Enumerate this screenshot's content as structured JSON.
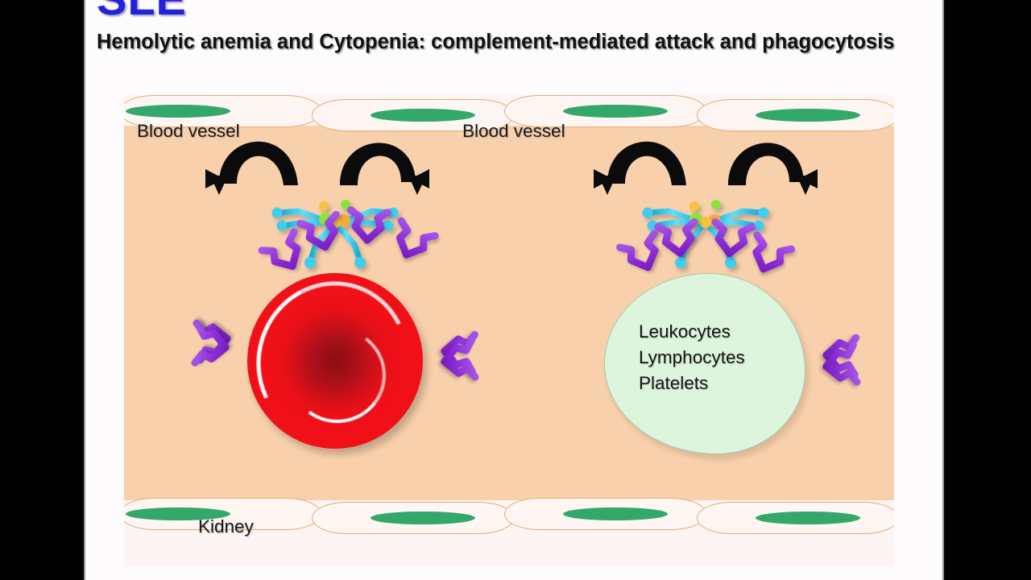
{
  "slide": {
    "heading": "SLE",
    "heading_color": "#2222DD",
    "subtitle": "Hemolytic anemia and Cytopenia: complement-mediated attack and phagocytosis"
  },
  "diagram": {
    "labels": {
      "blood_vessel_left": "Blood vessel",
      "blood_vessel_right": "Blood vessel",
      "kidney": "Kidney"
    },
    "cells": {
      "red_blood_cell": {
        "name": "red-blood-cell",
        "color": "#F21018",
        "core_color": "#8D0D13"
      },
      "white_blood_cell": {
        "name": "leukocyte-cell",
        "color": "#DCF5DC",
        "outline": "#A9C9A9",
        "text": "Leukocytes\nLymphocytes\nPlatelets",
        "lines": [
          "Leukocytes",
          "Lymphocytes",
          "Platelets"
        ]
      }
    },
    "endothelium": {
      "lumen_color": "#F8D0AC",
      "cell_fill": "#FDF6F2",
      "cell_outline": "#E8A97A",
      "nucleus_color": "#34A76B",
      "cells_per_row": 4,
      "rows": 2
    },
    "molecules": {
      "antibody": {
        "name": "igg-antibody",
        "color": "#8E30D8",
        "count_on_rbc": 7,
        "count_on_wbc": 6
      },
      "complement": {
        "name": "c1q-complement-complex",
        "color": "#2BC4E8",
        "accent_green": "#8EE03C",
        "accent_orange": "#F5A93C",
        "count": 2
      }
    },
    "arrows": {
      "name": "phagocytosis-arrow",
      "color": "#0B0B0B",
      "count": 4
    }
  }
}
